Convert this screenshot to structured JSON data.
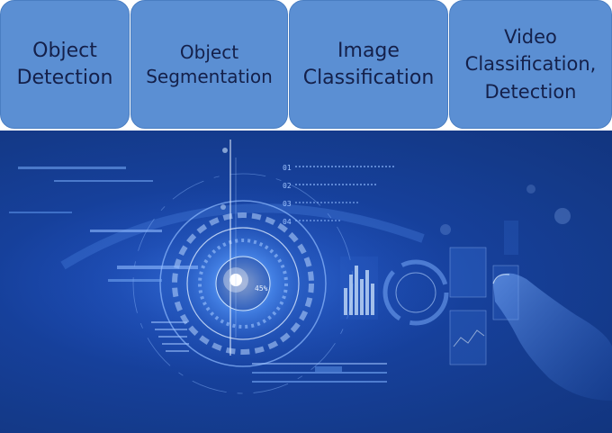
{
  "tabs": [
    {
      "id": "object-detection",
      "label": "Object\nDetection"
    },
    {
      "id": "object-segmentation",
      "label": "Object\nSegmentation"
    },
    {
      "id": "image-classification",
      "label": "Image\nClassification"
    },
    {
      "id": "video-classification-detection",
      "label": "Video\nClassification,\nDetection"
    }
  ],
  "hero": {
    "hud_rows": [
      "01",
      "02",
      "03",
      "04"
    ],
    "center_readout": "45%",
    "colors": {
      "tab_fill": "#5b8fd3",
      "tab_text": "#14204a",
      "hero_bg": "#143a8a",
      "glow": "#cfe6ff"
    }
  }
}
